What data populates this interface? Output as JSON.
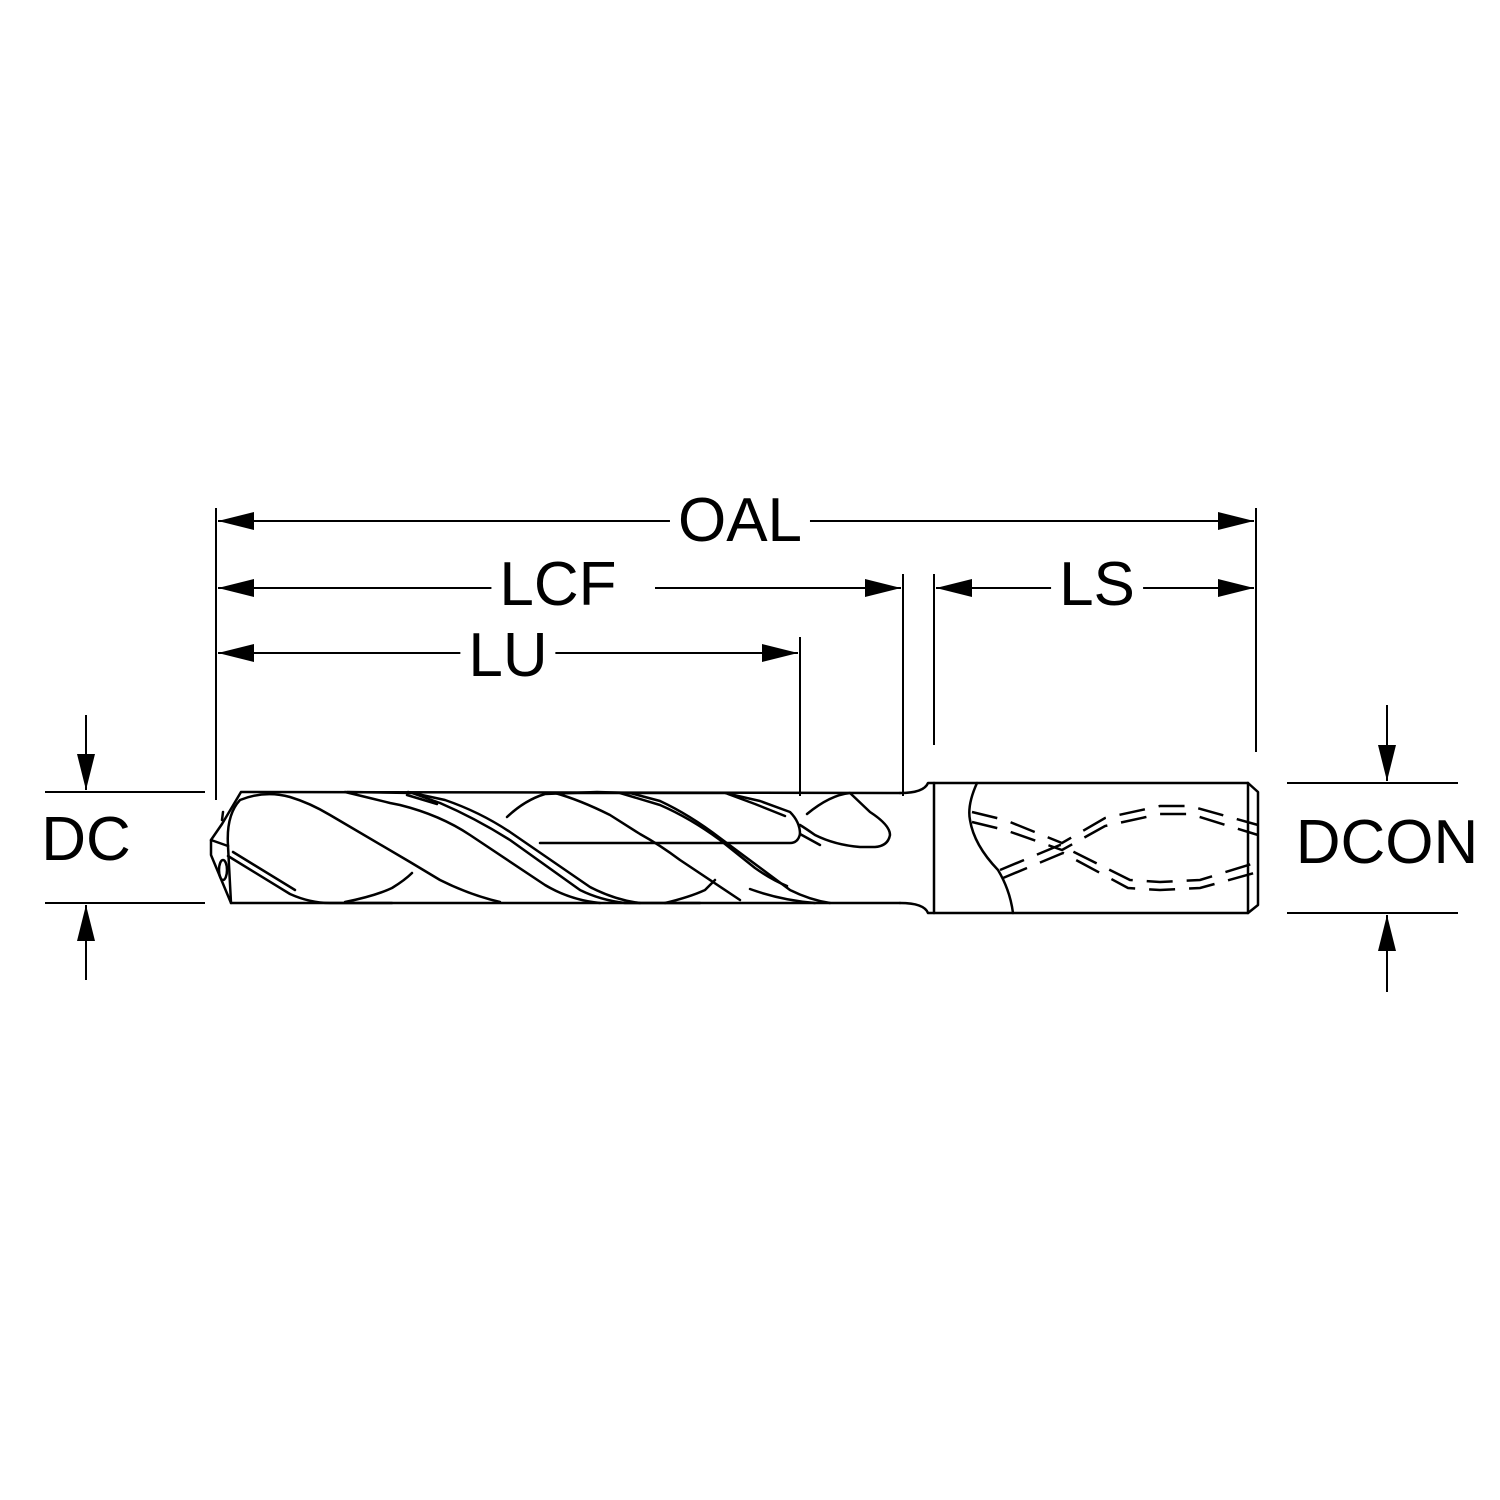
{
  "labels": {
    "oal": "OAL",
    "lcf": "LCF",
    "lu": "LU",
    "ls": "LS",
    "dc": "DC",
    "dcon": "DCON"
  }
}
